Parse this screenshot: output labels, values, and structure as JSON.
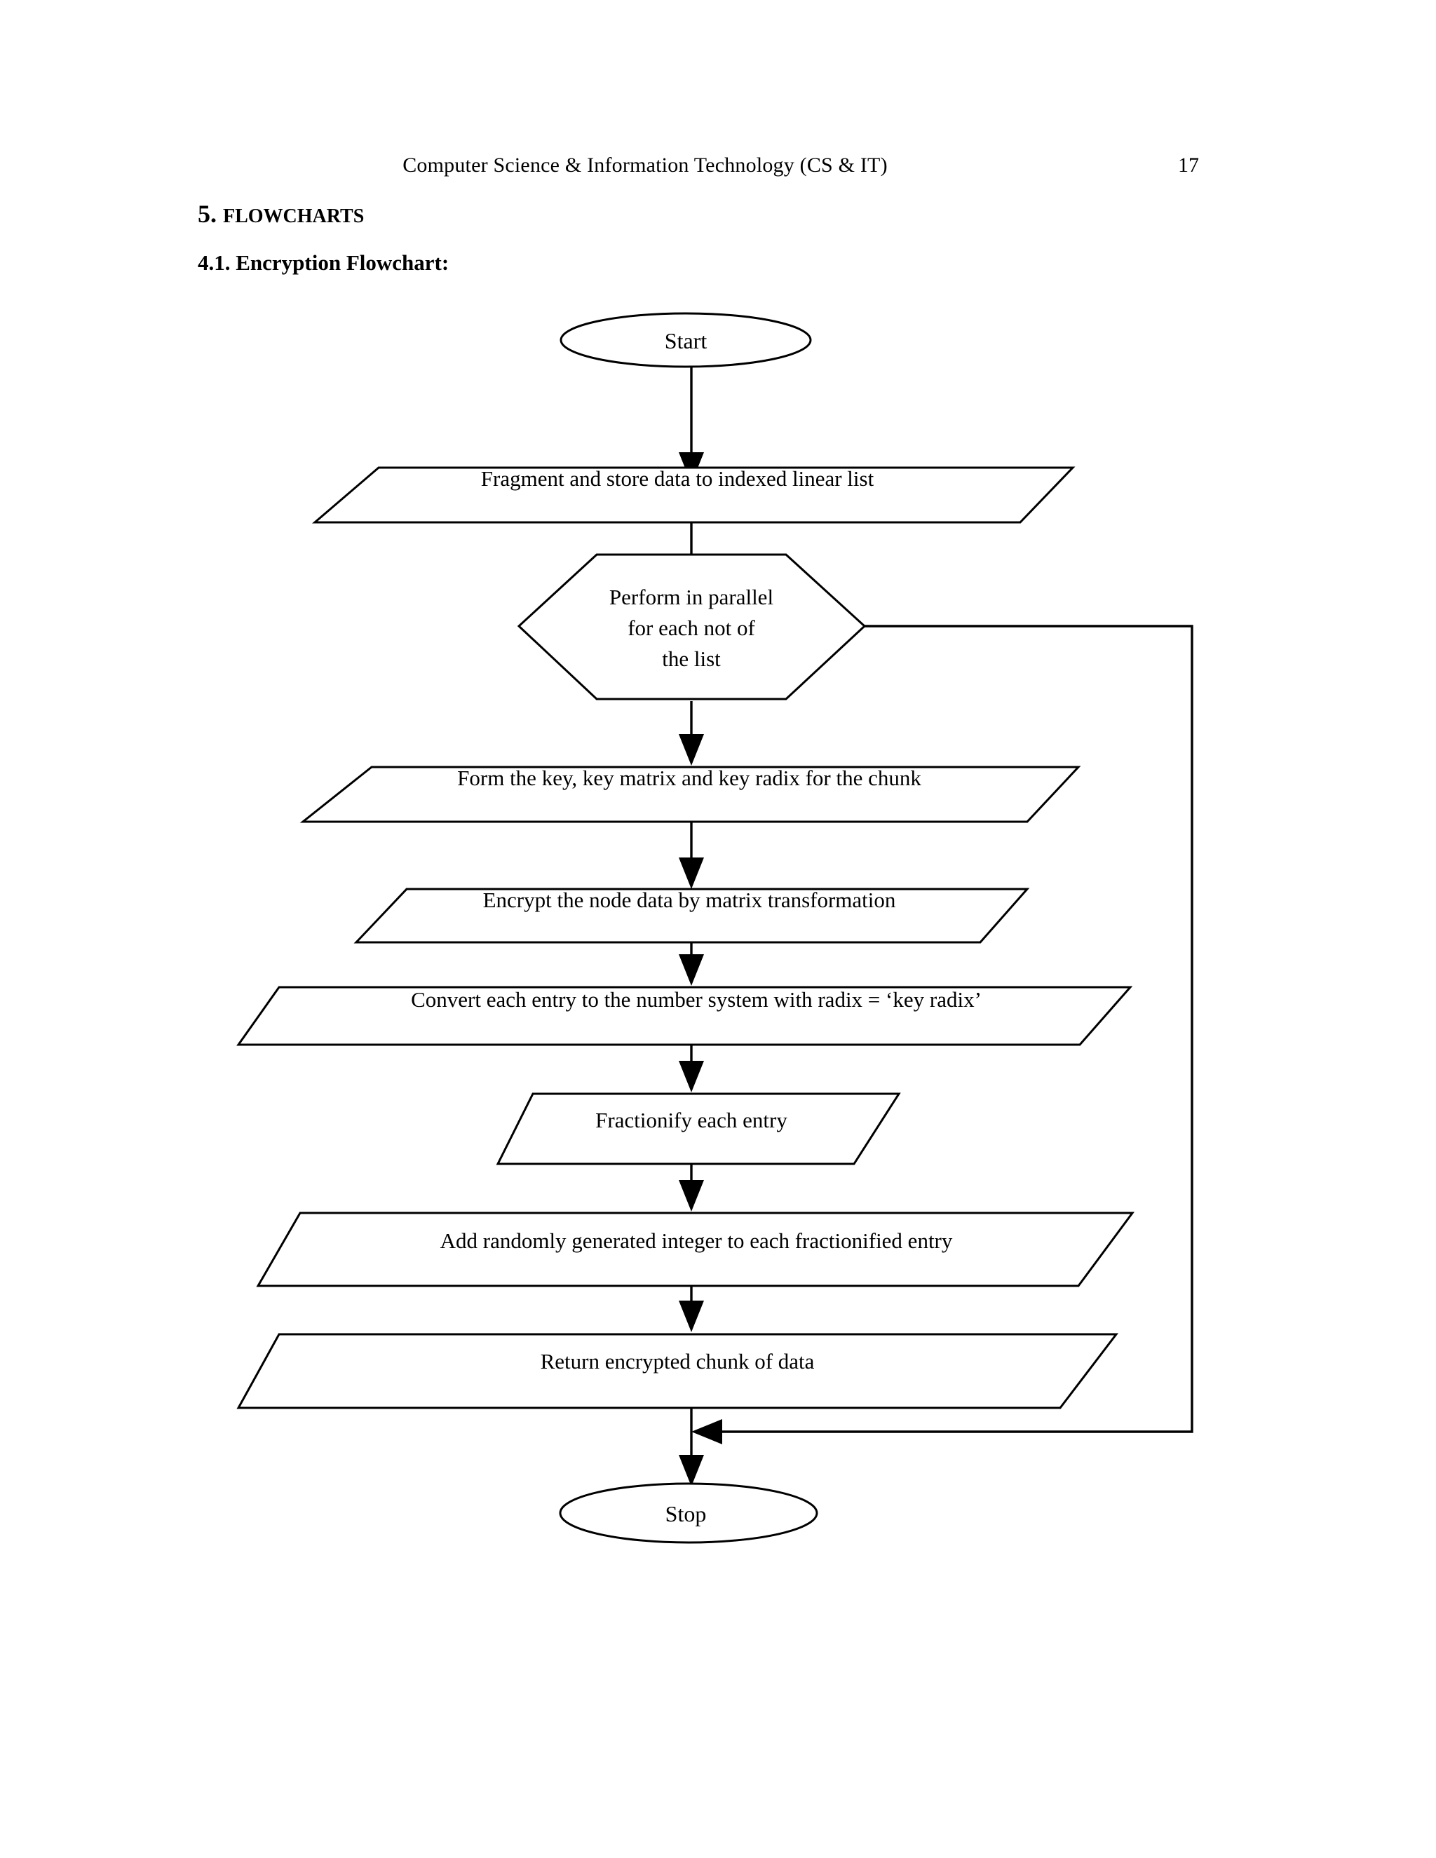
{
  "page": {
    "running_head": "Computer Science & Information Technology (CS & IT)",
    "page_number": "17"
  },
  "headings": {
    "section_number": "5.",
    "section_title": "Flowcharts",
    "subsection": "4.1. Encryption Flowchart:"
  },
  "chart_data": {
    "type": "diagram",
    "title": "4.1. Encryption Flowchart:",
    "nodes": [
      {
        "id": "start",
        "shape": "ellipse",
        "label": "Start"
      },
      {
        "id": "fragment",
        "shape": "parallelogram",
        "label": "Fragment and store data to indexed linear list"
      },
      {
        "id": "parallel",
        "shape": "hexagon",
        "label": "Perform in parallel for each not of the list",
        "lines": [
          "Perform in parallel",
          "for each not of",
          "the list"
        ]
      },
      {
        "id": "formkey",
        "shape": "parallelogram",
        "label": "Form the key, key matrix and key radix for the chunk"
      },
      {
        "id": "encrypt",
        "shape": "parallelogram",
        "label": "Encrypt the node data by matrix transformation"
      },
      {
        "id": "convert",
        "shape": "parallelogram",
        "label": "Convert each entry to the number system with radix = ‘key radix’"
      },
      {
        "id": "fraction",
        "shape": "parallelogram",
        "label": "Fractionify each entry"
      },
      {
        "id": "addrand",
        "shape": "parallelogram",
        "label": "Add randomly generated integer to each fractionified entry"
      },
      {
        "id": "return",
        "shape": "parallelogram",
        "label": "Return encrypted chunk of data"
      },
      {
        "id": "stop",
        "shape": "ellipse",
        "label": "Stop"
      }
    ],
    "edges": [
      {
        "from": "start",
        "to": "fragment",
        "kind": "arrow-down"
      },
      {
        "from": "fragment",
        "to": "parallel",
        "kind": "arrow-down"
      },
      {
        "from": "parallel",
        "to": "formkey",
        "kind": "arrow-down"
      },
      {
        "from": "formkey",
        "to": "encrypt",
        "kind": "arrow-down"
      },
      {
        "from": "encrypt",
        "to": "convert",
        "kind": "arrow-down"
      },
      {
        "from": "convert",
        "to": "fraction",
        "kind": "arrow-down"
      },
      {
        "from": "fraction",
        "to": "addrand",
        "kind": "arrow-down"
      },
      {
        "from": "addrand",
        "to": "return",
        "kind": "arrow-down"
      },
      {
        "from": "return",
        "to": "stop",
        "kind": "arrow-down"
      },
      {
        "from": "parallel",
        "to": "stop",
        "kind": "loop-right-arrow-left"
      }
    ]
  }
}
